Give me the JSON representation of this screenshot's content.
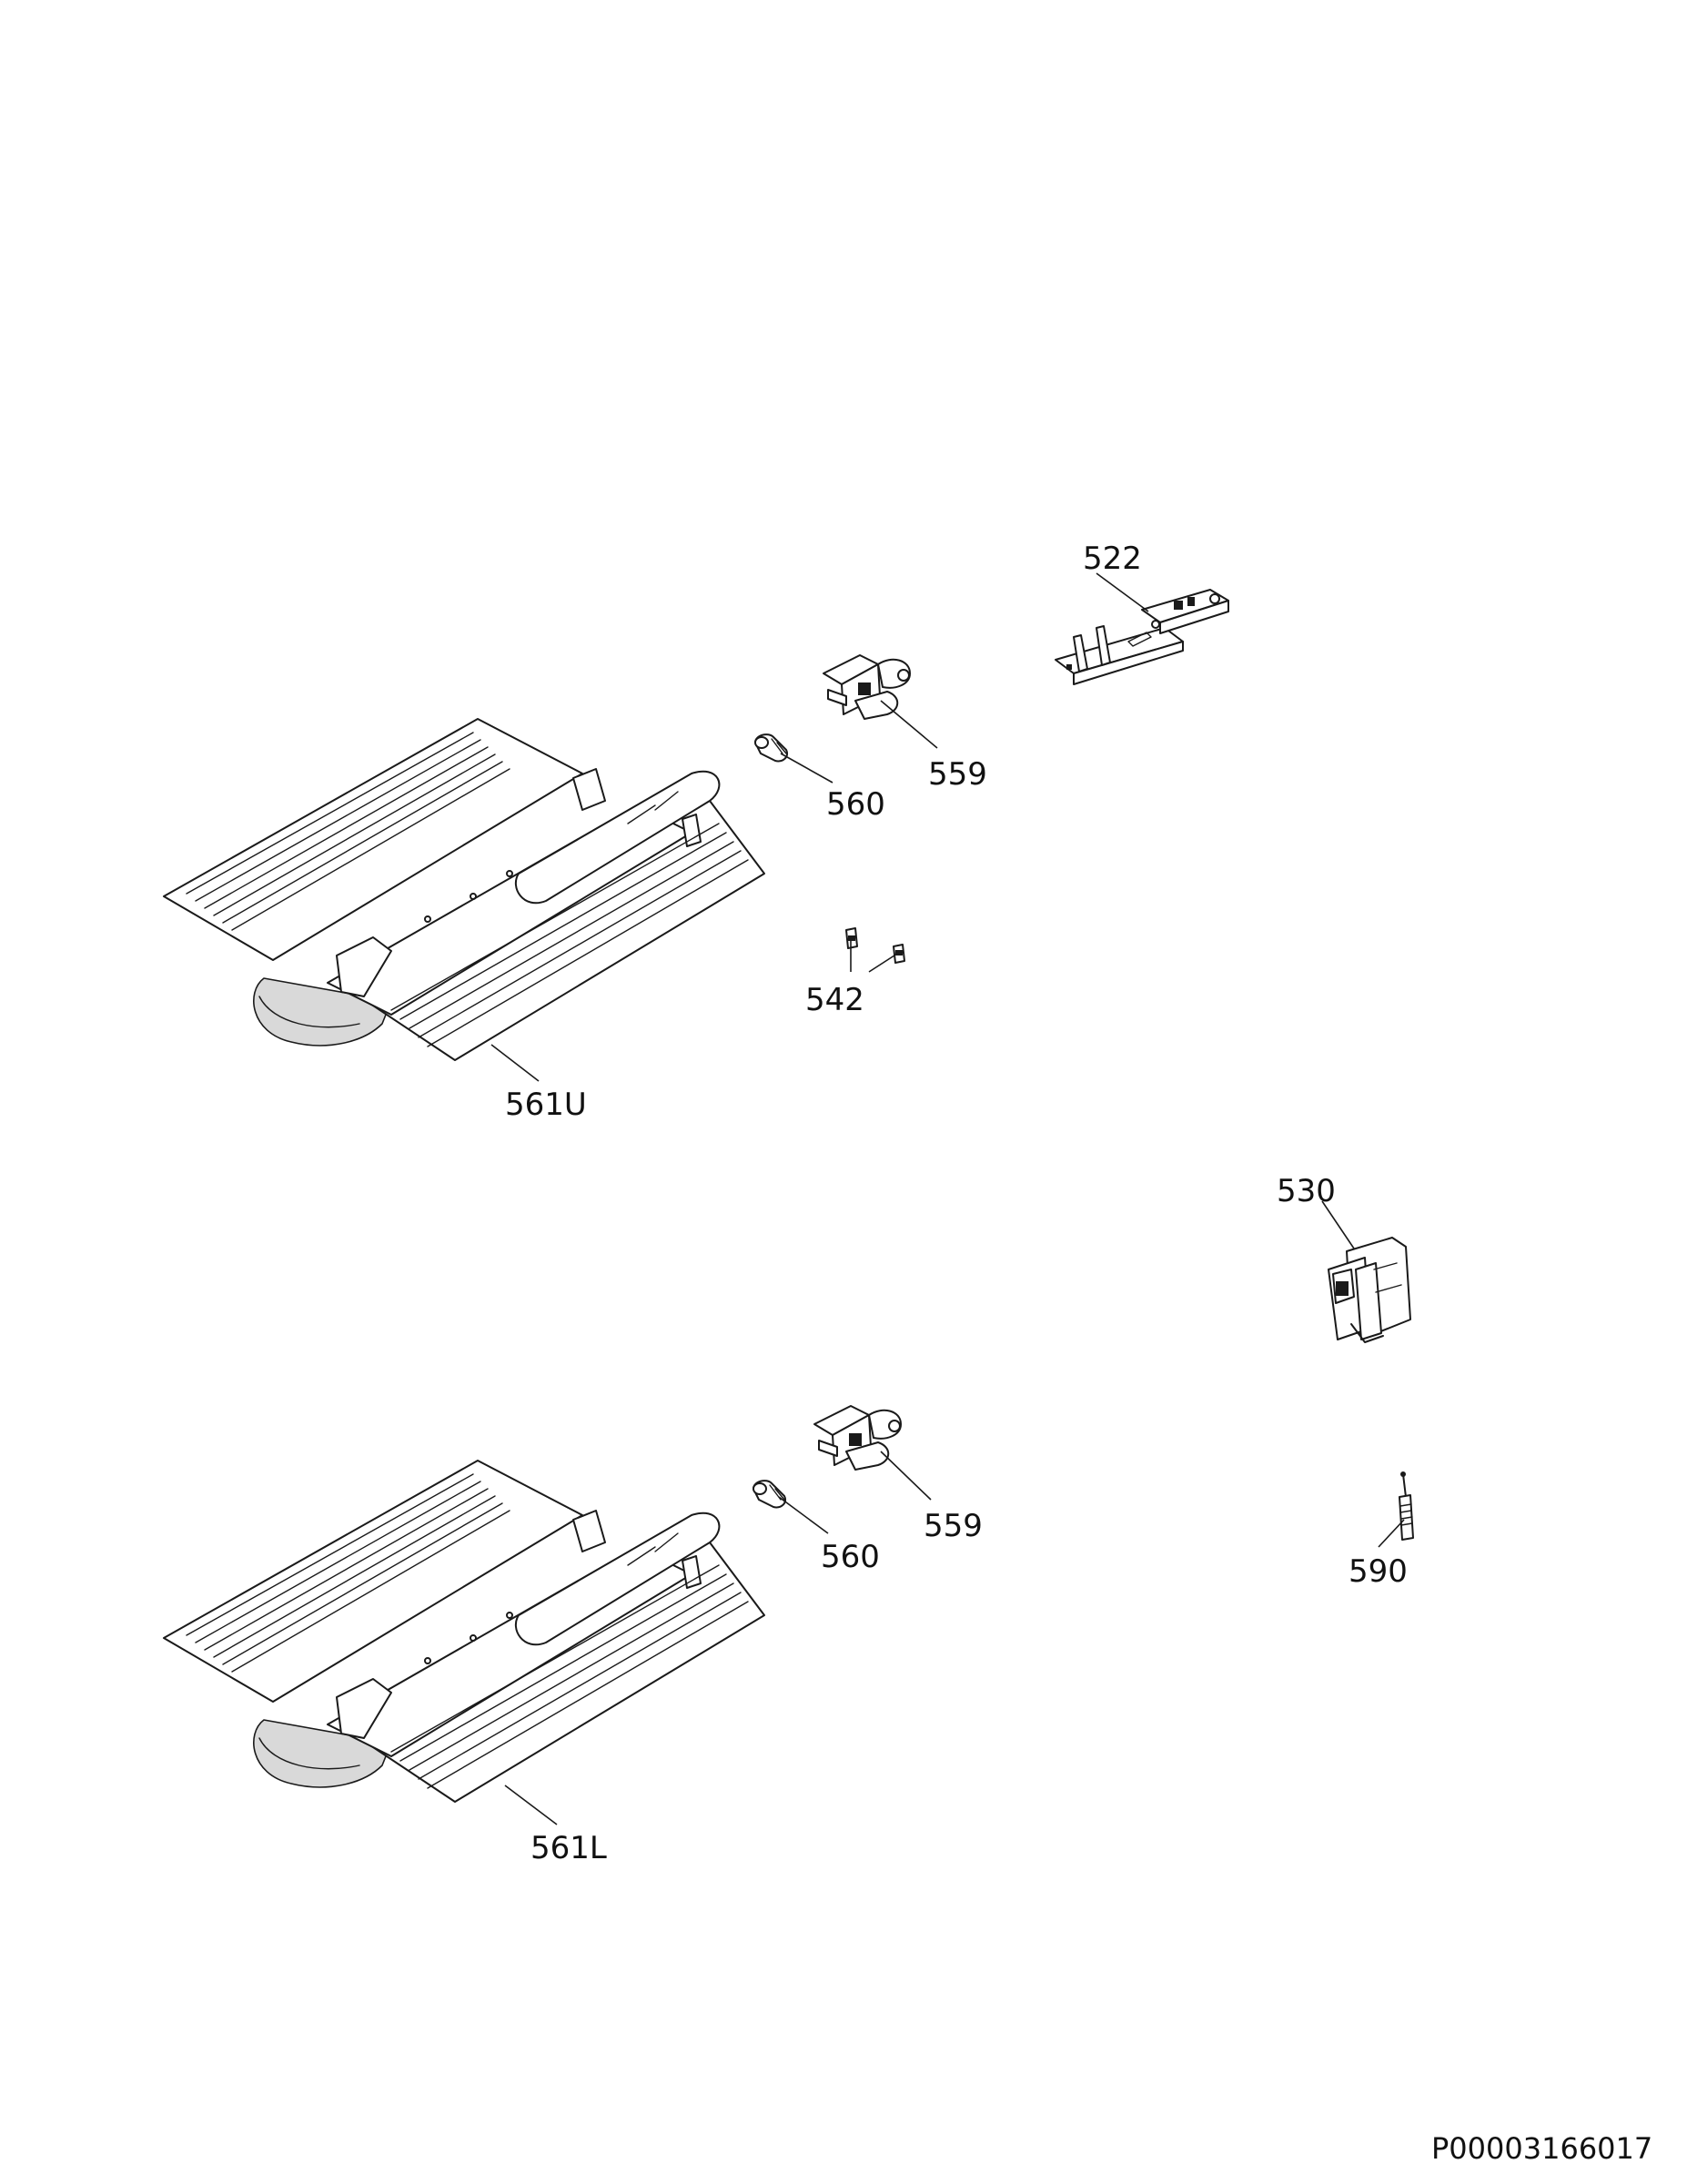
{
  "labels": {
    "p522": "522",
    "p559_top": "559",
    "p560_top": "560",
    "p542": "542",
    "p561U": "561U",
    "p530": "530",
    "p559_bottom": "559",
    "p560_bottom": "560",
    "p590": "590",
    "p561L": "561L"
  },
  "drawing_code": "P00003166017"
}
